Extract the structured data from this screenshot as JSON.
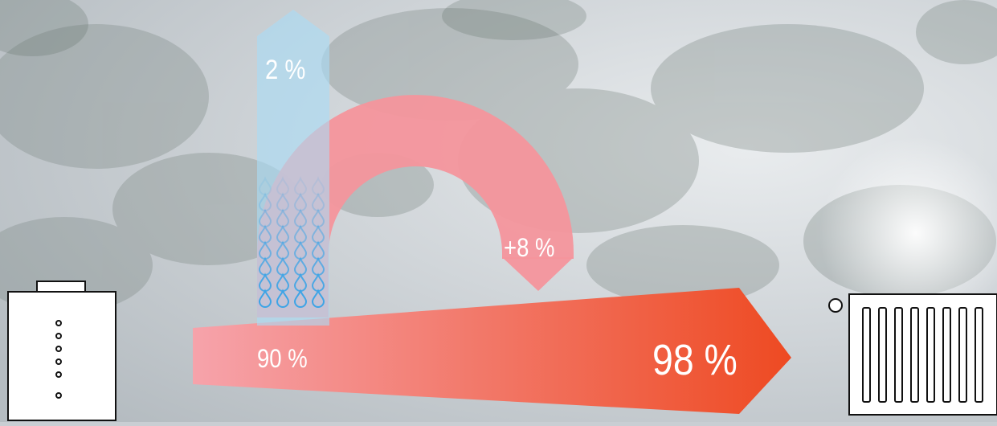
{
  "diagram": {
    "labels": {
      "input": "90 %",
      "output": "98 %",
      "loss_up": "2 %",
      "recovered": "+8 %"
    },
    "colors": {
      "main_arrow_start": "#f6a3ab",
      "main_arrow_end": "#ee4a22",
      "loop_arc": "#f4959c",
      "vapor_arrow": "#a9dcf5",
      "water_drops": "#3da4e6",
      "device_outline": "#111111",
      "device_fill": "#ffffff"
    },
    "icons": {
      "boiler": "boiler-icon",
      "radiator": "radiator-icon",
      "water_drops": "water-drop-icon"
    }
  }
}
